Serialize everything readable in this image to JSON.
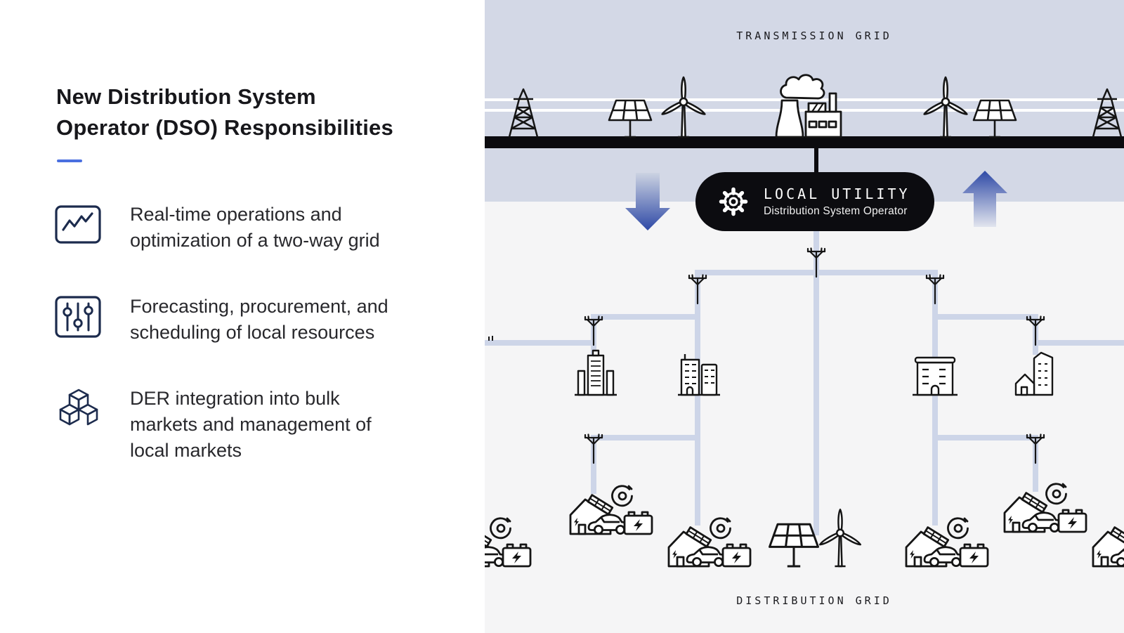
{
  "left_panel": {
    "title_line1": "New Distribution System",
    "title_line2": "Operator (DSO) Responsibilities",
    "bullets": [
      {
        "icon": "line-chart-icon",
        "line1": "Real-time operations and",
        "line2": "optimization of a two-way grid"
      },
      {
        "icon": "sliders-icon",
        "line1": "Forecasting, procurement, and",
        "line2": "scheduling of local resources"
      },
      {
        "icon": "cubes-icon",
        "line1": "DER integration into bulk",
        "line2": "markets and management of",
        "line3": "local markets"
      }
    ]
  },
  "diagram": {
    "transmission_grid_label": "TRANSMISSION GRID",
    "distribution_grid_label": "DISTRIBUTION GRID",
    "badge": {
      "icon": "gear-icon",
      "title": "LOCAL UTILITY",
      "subtitle": "Distribution System Operator"
    },
    "top_icons": [
      "transmission-tower-icon",
      "solar-panel-icon",
      "wind-turbine-icon",
      "power-plant-icon",
      "wind-turbine-icon",
      "solar-panel-icon",
      "transmission-tower-icon"
    ],
    "building_icons": [
      "skyscraper-icon",
      "city-buildings-icon",
      "office-building-icon",
      "house-apartment-icon"
    ],
    "der_cluster_icons": [
      "solar-home-icon",
      "ev-car-icon",
      "battery-icon",
      "smart-meter-icon"
    ],
    "center_der_icons": [
      "ground-solar-icon",
      "wind-turbine-icon"
    ],
    "colors": {
      "transmission_band": "#d3d8e6",
      "distribution_background": "#f5f5f6",
      "network_line": "#cdd5e8",
      "grid_bar": "#0b0b0f",
      "arrow_blue": "#2e49a6",
      "badge_background": "#0c0c10",
      "accent_dash": "#4a6fe0",
      "icon_navy": "#1c2b4d"
    }
  }
}
